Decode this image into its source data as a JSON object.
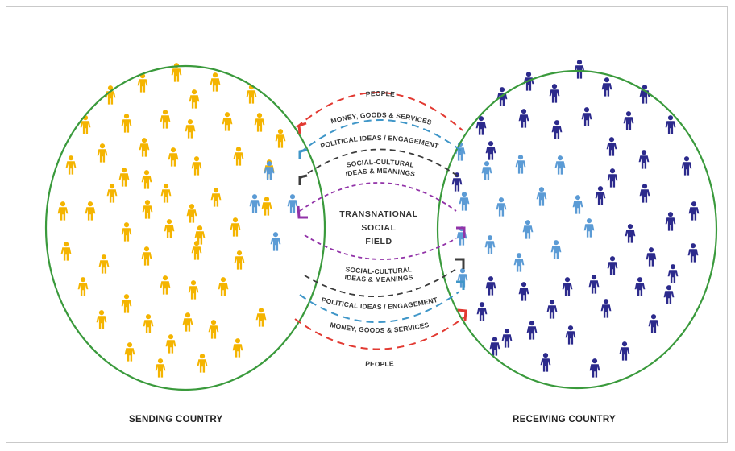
{
  "colors": {
    "ellipse_stroke": "#3a9a3c",
    "sending_person": "#f4b400",
    "receiving_person": "#2c2a8c",
    "migrant_person": "#5b9bd5",
    "people_flow": "#e23a32",
    "money_flow": "#3f96c8",
    "political_flow": "#3c3c3c",
    "sociocultural_flow": "#9233a8",
    "label_text": "#333333"
  },
  "icons": {
    "person": "person-icon"
  },
  "sending_country": {
    "label": "SENDING COUNTRY"
  },
  "receiving_country": {
    "label": "RECEIVING COUNTRY"
  },
  "center": {
    "lines": [
      "TRANSNATIONAL",
      "SOCIAL",
      "FIELD"
    ]
  },
  "flows": {
    "top": {
      "people": "PEOPLE",
      "money": "MONEY, GOODS & SERVICES",
      "political": "POLITICAL IDEAS / ENGAGEMENT",
      "sociocultural_1": "SOCIAL-CULTURAL",
      "sociocultural_2": "IDEAS & MEANINGS"
    },
    "bottom": {
      "sociocultural_1": "SOCIAL-CULTURAL",
      "sociocultural_2": "IDEAS & MEANINGS",
      "political": "POLITICAL IDEAS / ENGAGEMENT",
      "money": "MONEY, GOODS & SERVICES",
      "people": "PEOPLE"
    }
  }
}
